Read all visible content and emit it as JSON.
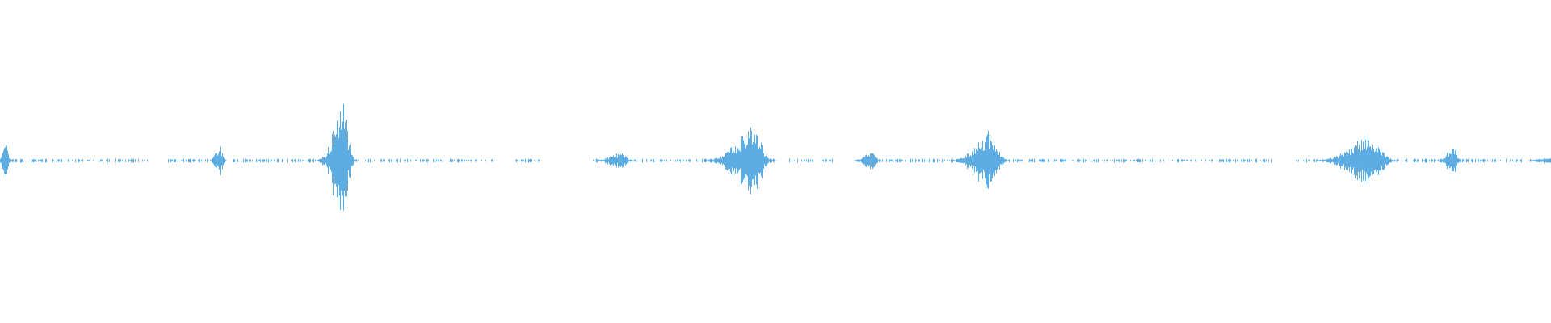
{
  "waveform": {
    "color": "#5dade2",
    "background": "#ffffff",
    "baseline_amplitude": 0.012,
    "bursts": [
      {
        "time": 0.004,
        "amplitude": 0.13,
        "width": 0.004
      },
      {
        "time": 0.142,
        "amplitude": 0.09,
        "width": 0.006
      },
      {
        "time": 0.221,
        "amplitude": 0.37,
        "width": 0.012
      },
      {
        "time": 0.4,
        "amplitude": 0.05,
        "width": 0.014
      },
      {
        "time": 0.485,
        "amplitude": 0.21,
        "width": 0.022
      },
      {
        "time": 0.562,
        "amplitude": 0.05,
        "width": 0.01
      },
      {
        "time": 0.638,
        "amplitude": 0.19,
        "width": 0.018
      },
      {
        "time": 0.883,
        "amplitude": 0.16,
        "width": 0.026
      },
      {
        "time": 0.937,
        "amplitude": 0.1,
        "width": 0.008
      },
      {
        "time": 0.998,
        "amplitude": 0.02,
        "width": 0.012
      }
    ],
    "silent_ranges": [
      [
        0.095,
        0.108
      ],
      [
        0.318,
        0.332
      ],
      [
        0.348,
        0.382
      ],
      [
        0.5,
        0.508
      ],
      [
        0.537,
        0.552
      ],
      [
        0.82,
        0.835
      ]
    ]
  }
}
